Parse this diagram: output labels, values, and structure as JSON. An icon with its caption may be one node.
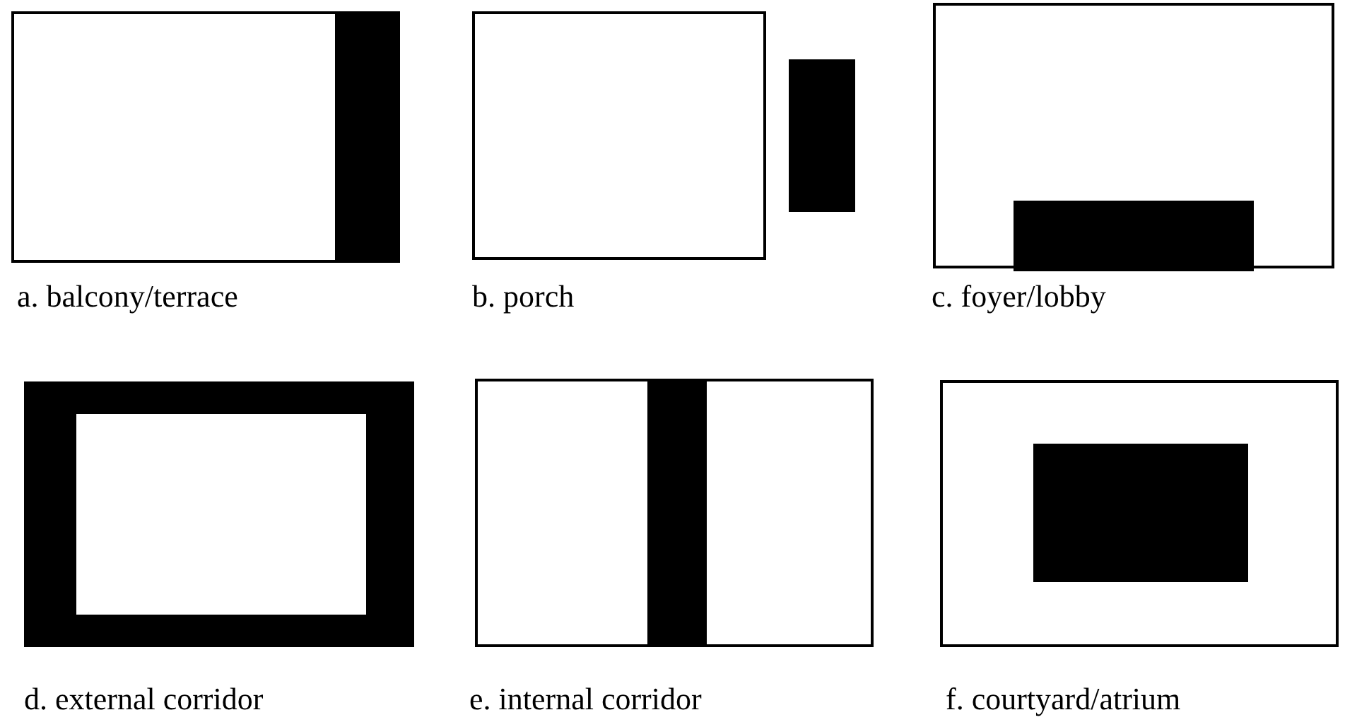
{
  "diagram": {
    "labels": [
      "a. balcony/terrace",
      "b. porch",
      "c. foyer/lobby",
      "d. external corridor",
      "e. internal corridor",
      "f. courtyard/atrium"
    ]
  }
}
